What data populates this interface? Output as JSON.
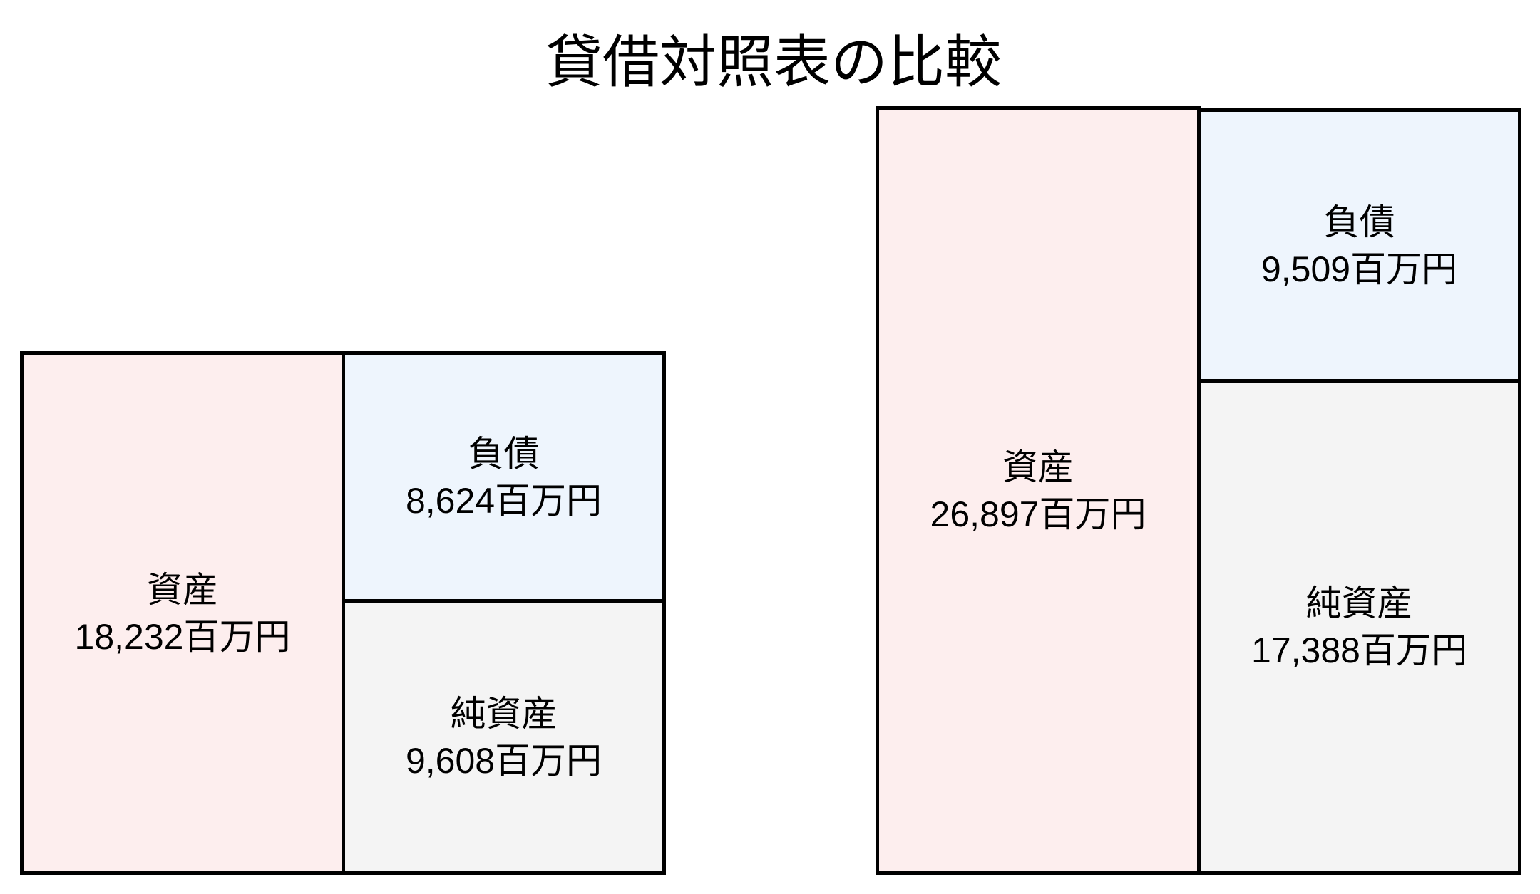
{
  "chart_data": {
    "type": "table",
    "title": "貸借対照表の比較",
    "unit": "百万円",
    "charts": [
      {
        "name": "left-balance-sheet",
        "assets": {
          "label": "資産",
          "value": 18232,
          "display": "18,232"
        },
        "liabilities": {
          "label": "負債",
          "value": 8624,
          "display": "8,624"
        },
        "net_assets": {
          "label": "純資産",
          "value": 9608,
          "display": "9,608"
        }
      },
      {
        "name": "right-balance-sheet",
        "assets": {
          "label": "資産",
          "value": 26897,
          "display": "26,897"
        },
        "liabilities": {
          "label": "負債",
          "value": 9509,
          "display": "9,509"
        },
        "net_assets": {
          "label": "純資産",
          "value": 17388,
          "display": "17,388"
        }
      }
    ]
  },
  "title": "貸借対照表の比較",
  "unit": "百万円",
  "colors": {
    "assets": "#fdeeee",
    "liabilities": "#eef5fd",
    "net_assets": "#f4f4f4",
    "border": "#000000"
  },
  "left": {
    "assets": {
      "label": "資産",
      "value": "18,232"
    },
    "liabilities": {
      "label": "負債",
      "value": "8,624"
    },
    "net_assets": {
      "label": "純資産",
      "value": "9,608"
    }
  },
  "right": {
    "assets": {
      "label": "資産",
      "value": "26,897"
    },
    "liabilities": {
      "label": "負債",
      "value": "9,509"
    },
    "net_assets": {
      "label": "純資産",
      "value": "17,388"
    }
  }
}
